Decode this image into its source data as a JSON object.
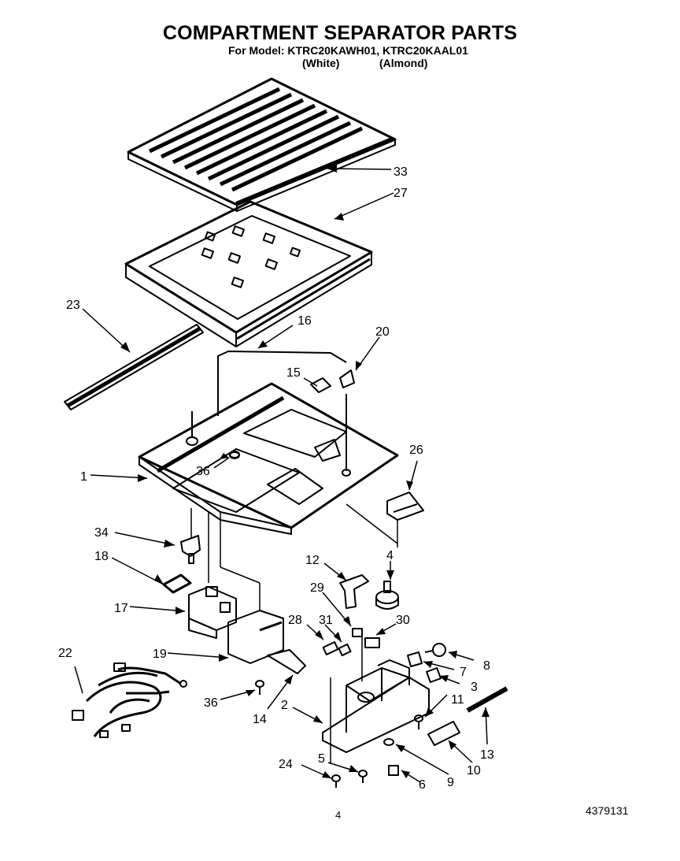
{
  "header": {
    "title": "COMPARTMENT SEPARATOR PARTS",
    "model_line": "For Model: KTRC20KAWH01, KTRC20KAAL01",
    "variant_white": "(White)",
    "variant_almond": "(Almond)"
  },
  "callouts": [
    "33",
    "27",
    "23",
    "16",
    "20",
    "15",
    "26",
    "36",
    "1",
    "34",
    "18",
    "17",
    "12",
    "4",
    "29",
    "30",
    "28",
    "31",
    "8",
    "7",
    "3",
    "22",
    "19",
    "36",
    "14",
    "2",
    "11",
    "13",
    "24",
    "5",
    "6",
    "9",
    "10"
  ],
  "footer": {
    "page_number": "4",
    "document_number": "4379131"
  }
}
